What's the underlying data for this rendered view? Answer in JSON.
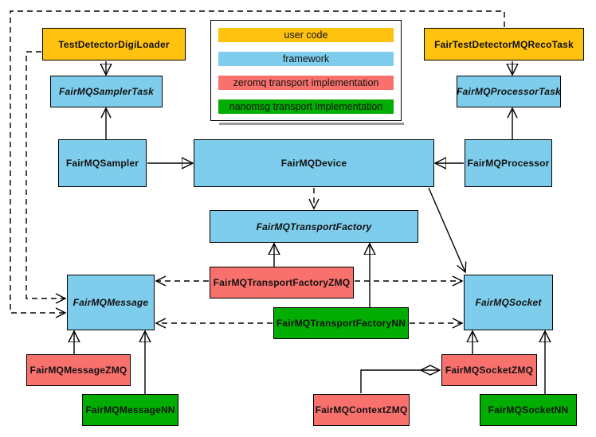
{
  "colors": {
    "user_code": "#FFC20E",
    "framework": "#7FCDEC",
    "zeromq": "#F9716D",
    "nanomsg": "#00AD00",
    "border": "#000000",
    "background": "#FFFFFF"
  },
  "legend": {
    "items": [
      {
        "label": "user code",
        "kind": "user_code"
      },
      {
        "label": "framework",
        "kind": "framework"
      },
      {
        "label": "zeromq transport implementation",
        "kind": "zeromq"
      },
      {
        "label": "nanomsg transport implementation",
        "kind": "nanomsg"
      }
    ]
  },
  "nodes": {
    "test_detector_digi_loader": {
      "label": "TestDetectorDigiLoader",
      "kind": "user_code",
      "abstract": false
    },
    "fair_test_detector_mq_reco_task": {
      "label": "FairTestDetectorMQRecoTask",
      "kind": "user_code",
      "abstract": false
    },
    "fair_mq_sampler_task": {
      "label": "FairMQSamplerTask",
      "kind": "framework",
      "abstract": true
    },
    "fair_mq_processor_task": {
      "label": "FairMQProcessorTask",
      "kind": "framework",
      "abstract": true
    },
    "fair_mq_sampler": {
      "label": "FairMQSampler",
      "kind": "framework",
      "abstract": false
    },
    "fair_mq_device": {
      "label": "FairMQDevice",
      "kind": "framework",
      "abstract": false
    },
    "fair_mq_processor": {
      "label": "FairMQProcessor",
      "kind": "framework",
      "abstract": false
    },
    "fair_mq_transport_factory": {
      "label": "FairMQTransportFactory",
      "kind": "framework",
      "abstract": true
    },
    "fair_mq_transport_factory_zmq": {
      "label": "FairMQTransportFactoryZMQ",
      "kind": "zeromq",
      "abstract": false
    },
    "fair_mq_transport_factory_nn": {
      "label": "FairMQTransportFactoryNN",
      "kind": "nanomsg",
      "abstract": false
    },
    "fair_mq_message": {
      "label": "FairMQMessage",
      "kind": "framework",
      "abstract": true
    },
    "fair_mq_socket": {
      "label": "FairMQSocket",
      "kind": "framework",
      "abstract": true
    },
    "fair_mq_message_zmq": {
      "label": "FairMQMessageZMQ",
      "kind": "zeromq",
      "abstract": false
    },
    "fair_mq_message_nn": {
      "label": "FairMQMessageNN",
      "kind": "nanomsg",
      "abstract": false
    },
    "fair_mq_socket_zmq": {
      "label": "FairMQSocketZMQ",
      "kind": "zeromq",
      "abstract": false
    },
    "fair_mq_socket_nn": {
      "label": "FairMQSocketNN",
      "kind": "nanomsg",
      "abstract": false
    },
    "fair_mq_context_zmq": {
      "label": "FairMQContextZMQ",
      "kind": "zeromq",
      "abstract": false
    }
  },
  "edges": [
    {
      "from": "TestDetectorDigiLoader",
      "to": "FairMQSamplerTask",
      "type": "inheritance"
    },
    {
      "from": "FairTestDetectorMQRecoTask",
      "to": "FairMQProcessorTask",
      "type": "inheritance"
    },
    {
      "from": "FairMQSampler",
      "to": "FairMQSamplerTask",
      "type": "association"
    },
    {
      "from": "FairMQProcessor",
      "to": "FairMQProcessorTask",
      "type": "association"
    },
    {
      "from": "FairMQSampler",
      "to": "FairMQDevice",
      "type": "inheritance"
    },
    {
      "from": "FairMQProcessor",
      "to": "FairMQDevice",
      "type": "inheritance"
    },
    {
      "from": "FairMQDevice",
      "to": "FairMQTransportFactory",
      "type": "dependency"
    },
    {
      "from": "FairMQDevice",
      "to": "FairMQSocket",
      "type": "association"
    },
    {
      "from": "FairMQTransportFactoryZMQ",
      "to": "FairMQTransportFactory",
      "type": "inheritance"
    },
    {
      "from": "FairMQTransportFactoryNN",
      "to": "FairMQTransportFactory",
      "type": "inheritance"
    },
    {
      "from": "FairMQTransportFactoryZMQ",
      "to": "FairMQMessage",
      "type": "dependency"
    },
    {
      "from": "FairMQTransportFactoryZMQ",
      "to": "FairMQSocket",
      "type": "dependency"
    },
    {
      "from": "FairMQTransportFactoryNN",
      "to": "FairMQMessage",
      "type": "dependency"
    },
    {
      "from": "FairMQTransportFactoryNN",
      "to": "FairMQSocket",
      "type": "dependency"
    },
    {
      "from": "TestDetectorDigiLoader",
      "to": "FairMQMessage",
      "type": "dependency"
    },
    {
      "from": "FairTestDetectorMQRecoTask",
      "to": "FairMQMessage",
      "type": "dependency"
    },
    {
      "from": "FairMQMessageZMQ",
      "to": "FairMQMessage",
      "type": "inheritance"
    },
    {
      "from": "FairMQMessageNN",
      "to": "FairMQMessage",
      "type": "inheritance"
    },
    {
      "from": "FairMQSocketZMQ",
      "to": "FairMQSocket",
      "type": "inheritance"
    },
    {
      "from": "FairMQSocketNN",
      "to": "FairMQSocket",
      "type": "inheritance"
    },
    {
      "from": "FairMQSocketZMQ",
      "to": "FairMQContextZMQ",
      "type": "composition"
    }
  ]
}
